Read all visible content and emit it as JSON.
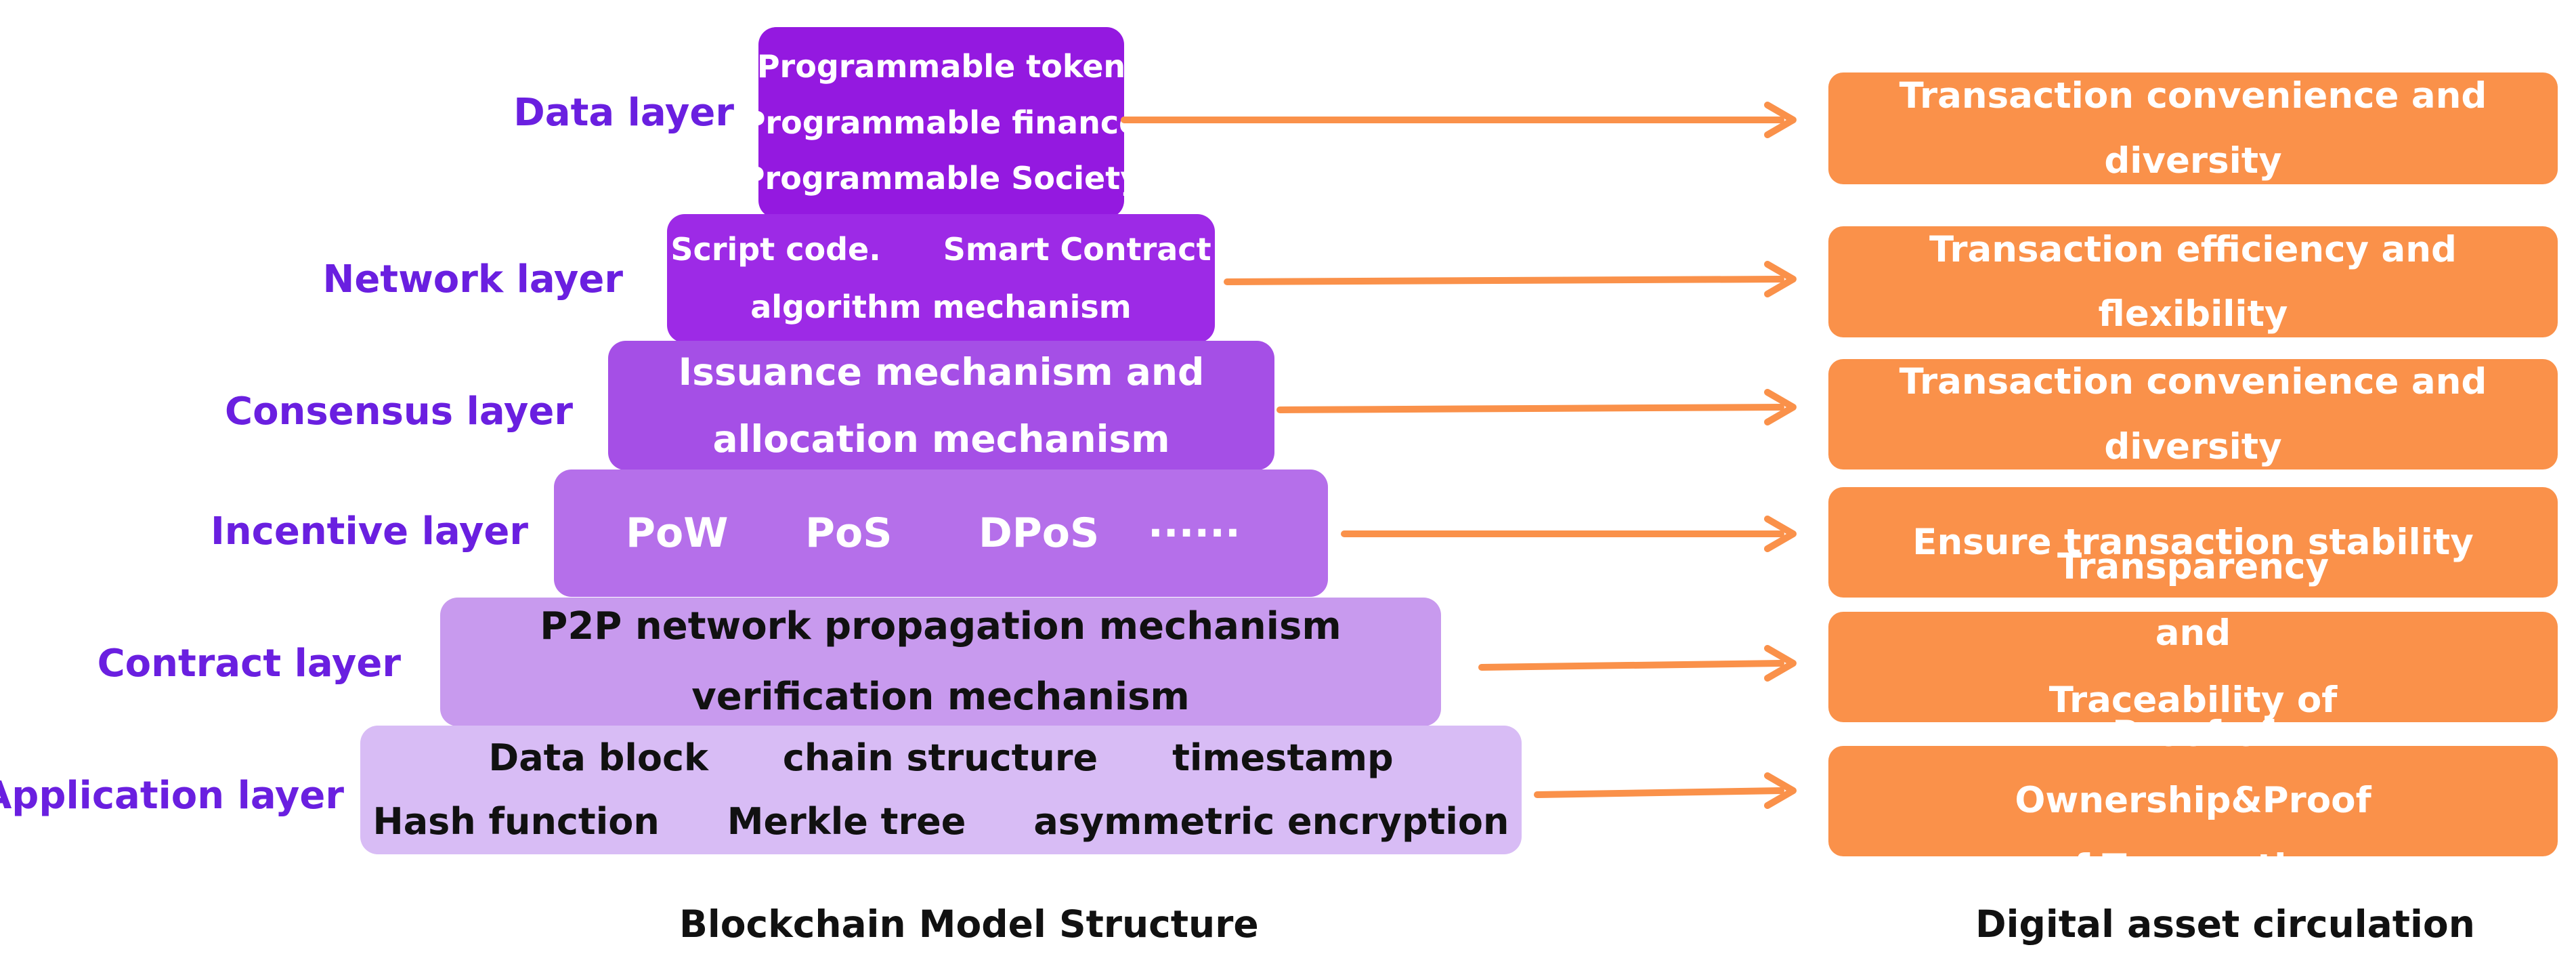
{
  "colors": {
    "label": "#6a1fe0",
    "arrow": "#fa914a",
    "result_box": "#fa914a",
    "layer_blocks": [
      "#9419e0",
      "#9d2ae6",
      "#a54fe6",
      "#b56fea",
      "#c89aee",
      "#d8bcf5"
    ]
  },
  "layers": [
    {
      "label": "Data layer",
      "content": [
        "Programmable token",
        "Programmable finance",
        "Programmable Society"
      ]
    },
    {
      "label": "Network layer",
      "content": [
        "Script code.",
        "Smart Contract",
        "algorithm mechanism"
      ]
    },
    {
      "label": "Consensus layer",
      "content": [
        "Issuance mechanism and",
        "allocation mechanism"
      ]
    },
    {
      "label": "Incentive layer",
      "content": [
        "PoW",
        "PoS",
        "DPoS",
        "······"
      ]
    },
    {
      "label": "Contract layer",
      "content": [
        "P2P network propagation mechanism",
        "verification mechanism"
      ]
    },
    {
      "label": "Application layer",
      "content": [
        "Data block",
        "chain structure",
        "timestamp",
        "Hash function",
        "Merkle tree",
        "asymmetric encryption"
      ]
    }
  ],
  "results": [
    "Transaction convenience and diversity",
    "Transaction efficiency and flexibility",
    "Transaction convenience and diversity",
    "Ensure transaction stability",
    "Transparency and Traceability of Transactions",
    "Proof of Ownership&Proof of Transaction"
  ],
  "footer": {
    "left_title": "Blockchain Model Structure",
    "right_title": "Digital asset circulation"
  }
}
